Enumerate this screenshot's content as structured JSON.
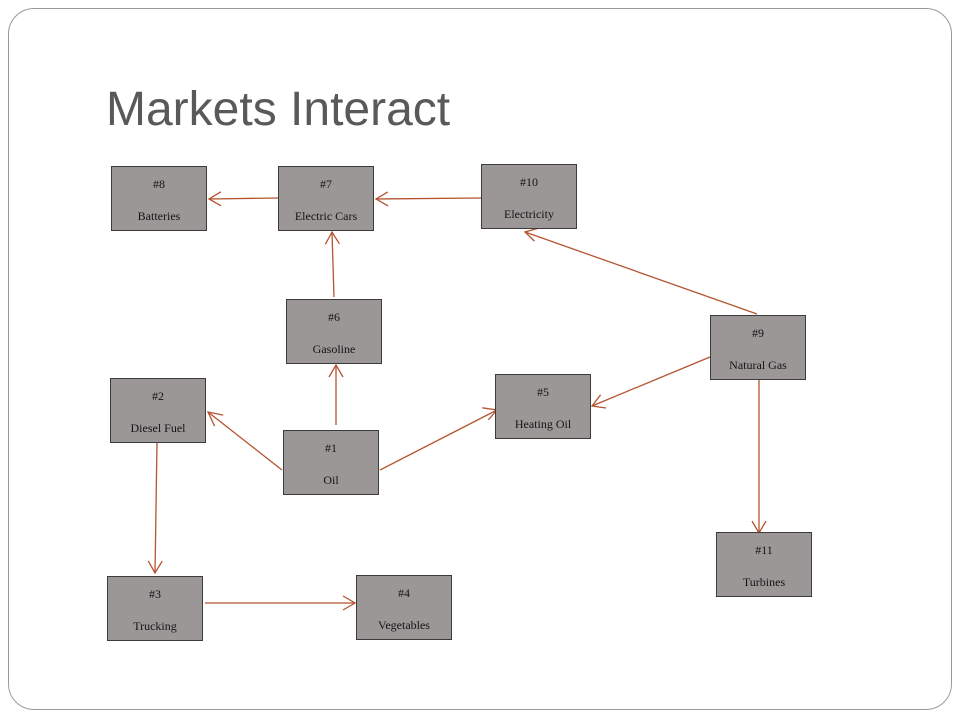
{
  "slide": {
    "title": "Markets Interact"
  },
  "nodes": {
    "n1": {
      "number": "#1",
      "label": "Oil"
    },
    "n2": {
      "number": "#2",
      "label": "Diesel Fuel"
    },
    "n3": {
      "number": "#3",
      "label": "Trucking"
    },
    "n4": {
      "number": "#4",
      "label": "Vegetables"
    },
    "n5": {
      "number": "#5",
      "label": "Heating Oil"
    },
    "n6": {
      "number": "#6",
      "label": "Gasoline"
    },
    "n7": {
      "number": "#7",
      "label": "Electric Cars"
    },
    "n8": {
      "number": "#8",
      "label": "Batteries"
    },
    "n9": {
      "number": "#9",
      "label": "Natural Gas"
    },
    "n10": {
      "number": "#10",
      "label": "Electricity"
    },
    "n11": {
      "number": "#11",
      "label": "Turbines"
    }
  },
  "edges": [
    {
      "from": "n1",
      "to": "n2"
    },
    {
      "from": "n1",
      "to": "n6"
    },
    {
      "from": "n1",
      "to": "n5"
    },
    {
      "from": "n6",
      "to": "n7"
    },
    {
      "from": "n7",
      "to": "n8"
    },
    {
      "from": "n10",
      "to": "n7"
    },
    {
      "from": "n9",
      "to": "n10"
    },
    {
      "from": "n9",
      "to": "n5"
    },
    {
      "from": "n9",
      "to": "n11"
    },
    {
      "from": "n2",
      "to": "n3"
    },
    {
      "from": "n3",
      "to": "n4"
    }
  ],
  "colors": {
    "arrow": "#b5532f",
    "node_fill": "#9b9797",
    "node_border": "#3c3c3c",
    "title": "#595959"
  }
}
